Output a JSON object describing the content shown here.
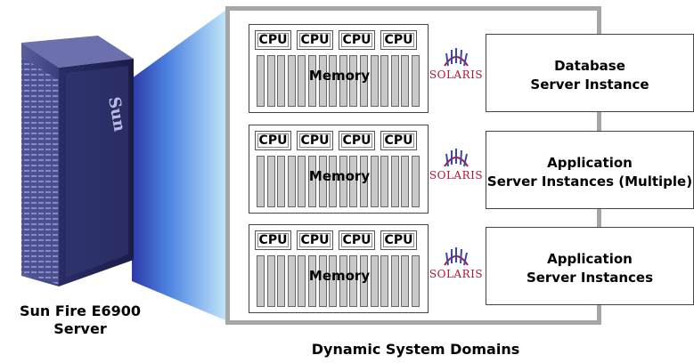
{
  "server": {
    "line1": "Sun Fire E6900",
    "line2": "Server"
  },
  "frame_label": "Dynamic System Domains",
  "domains": [
    {
      "cpus": [
        "CPU",
        "CPU",
        "CPU",
        "CPU"
      ],
      "memory": "Memory",
      "os": "SOLARIS",
      "instance": [
        "Database",
        "Server Instance"
      ]
    },
    {
      "cpus": [
        "CPU",
        "CPU",
        "CPU",
        "CPU"
      ],
      "memory": "Memory",
      "os": "SOLARIS",
      "instance": [
        "Application",
        "Server Instances (Multiple)"
      ]
    },
    {
      "cpus": [
        "CPU",
        "CPU",
        "CPU",
        "CPU"
      ],
      "memory": "Memory",
      "os": "SOLARIS",
      "instance": [
        "Application",
        "Server Instances"
      ]
    }
  ],
  "colors": {
    "frame": "#a6a6a6",
    "projection": "#4a7fe0",
    "server_body": "#2e3370",
    "solaris_red": "#b5142e",
    "memory_slot": "#c9c9c9"
  },
  "icons": {
    "server": "sun-fire-server-tower",
    "os_logo": "solaris-logo"
  }
}
